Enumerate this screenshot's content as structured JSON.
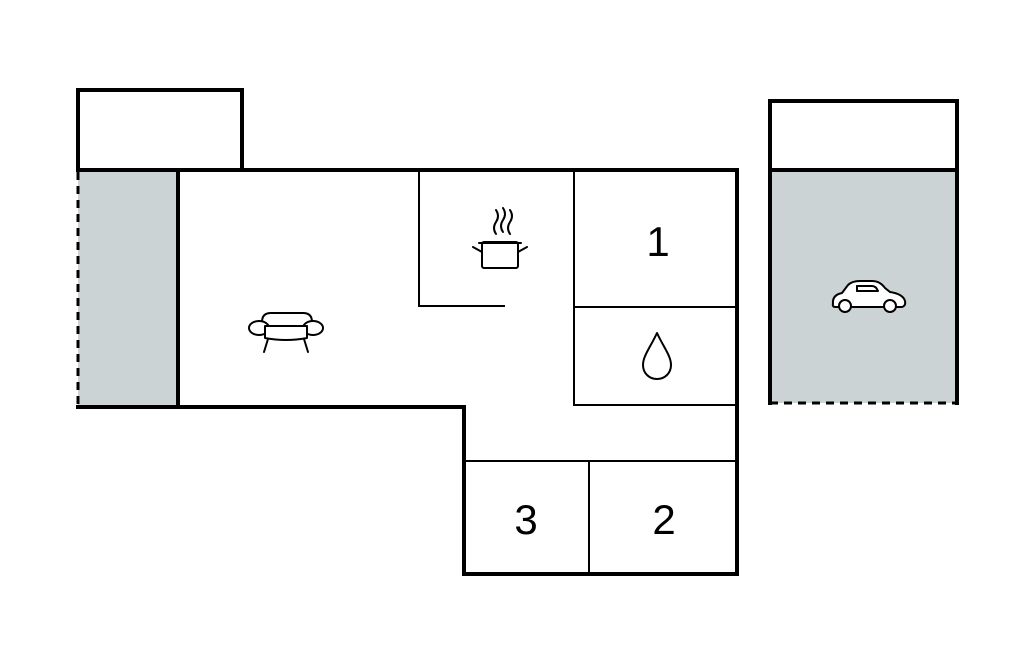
{
  "colors": {
    "background": "#ffffff",
    "wall": "#000000",
    "shaded_area": "#ccd3d5",
    "water_drop": "#b7e3ec"
  },
  "rooms": [
    {
      "name": "bedroom-1",
      "label": "1"
    },
    {
      "name": "bedroom-2",
      "label": "2"
    },
    {
      "name": "bedroom-3",
      "label": "3"
    }
  ],
  "icons": {
    "living_room": "sofa-icon",
    "kitchen": "cooking-pot-icon",
    "bathroom": "water-drop-icon",
    "carport": "car-icon"
  }
}
